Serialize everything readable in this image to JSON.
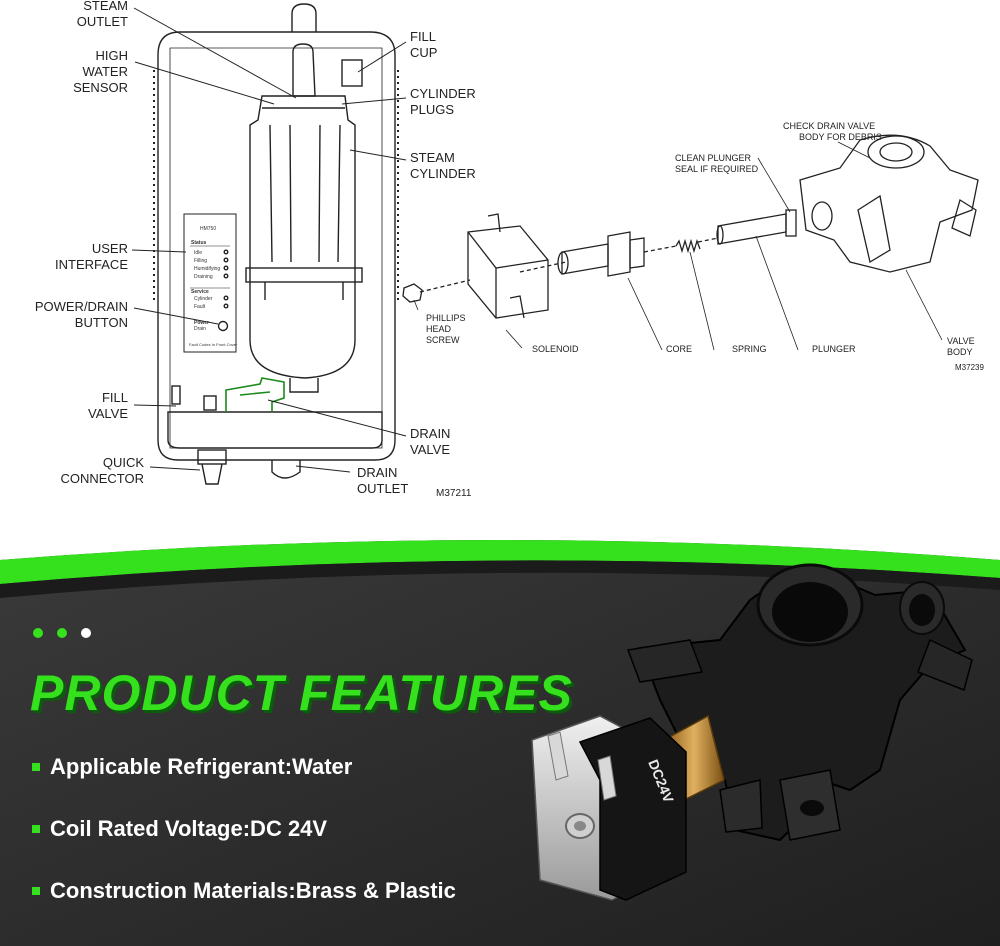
{
  "diagram_left": {
    "labels": {
      "steam_outlet": [
        "STEAM",
        "OUTLET"
      ],
      "high_water_sensor": [
        "HIGH",
        "WATER",
        "SENSOR"
      ],
      "user_interface": [
        "USER",
        "INTERFACE"
      ],
      "power_drain_button": [
        "POWER/DRAIN",
        "BUTTON"
      ],
      "fill_valve": [
        "FILL",
        "VALVE"
      ],
      "quick_connector": [
        "QUICK",
        "CONNECTOR"
      ],
      "fill_cup": [
        "FILL",
        "CUP"
      ],
      "cylinder_plugs": [
        "CYLINDER",
        "PLUGS"
      ],
      "steam_cylinder": [
        "STEAM",
        "CYLINDER"
      ],
      "drain_valve": [
        "DRAIN",
        "VALVE"
      ],
      "drain_outlet": [
        "DRAIN",
        "OUTLET"
      ]
    },
    "figure_id": "M37211",
    "panel": {
      "model": "HM750",
      "status_heading": "Status",
      "status_items": [
        "Idle",
        "Filling",
        "Humidifying",
        "Draining"
      ],
      "service_heading": "Service",
      "service_items": [
        "Cylinder",
        "Fault"
      ],
      "power_label": [
        "Power",
        "Drain"
      ],
      "footer": "Fault Codes In Front Cover"
    }
  },
  "diagram_right": {
    "labels": {
      "check_drain_valve": [
        "CHECK DRAIN VALVE",
        "BODY FOR DEBRIS"
      ],
      "clean_plunger": [
        "CLEAN PLUNGER",
        "SEAL IF REQUIRED"
      ],
      "phillips_head_screw": [
        "PHILLIPS",
        "HEAD",
        "SCREW"
      ],
      "solenoid": "SOLENOID",
      "core": "CORE",
      "spring": "SPRING",
      "plunger": "PLUNGER",
      "valve_body": [
        "VALVE",
        "BODY"
      ]
    },
    "figure_id": "M37239"
  },
  "features": {
    "headline": "PRODUCT FEATURES",
    "items": [
      "Applicable Refrigerant:Water",
      "Coil Rated Voltage:DC 24V",
      "Construction Materials:Brass & Plastic"
    ],
    "dot_colors": [
      "#35e01d",
      "#35e01d",
      "#ffffff"
    ]
  },
  "product": {
    "coil_marking": "DC24V"
  },
  "colors": {
    "accent_green": "#35e01d",
    "dark_background": "#2b2b2b",
    "line_art": "#222222"
  }
}
